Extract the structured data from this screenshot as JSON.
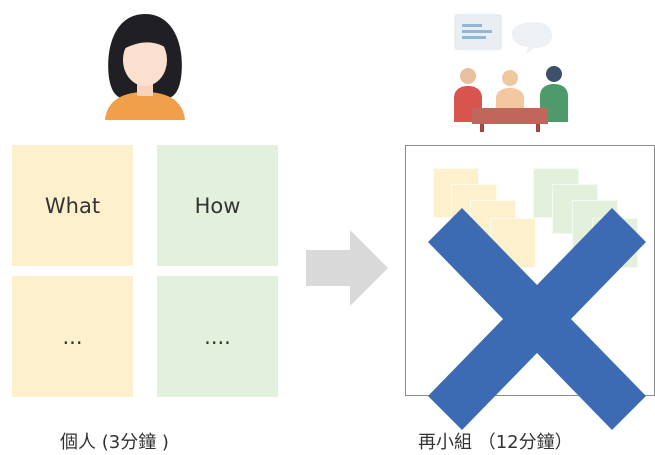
{
  "individual": {
    "notes": [
      {
        "label": "What",
        "color": "#fdf1cd"
      },
      {
        "label": "How",
        "color": "#e3f1dc"
      },
      {
        "label": "...",
        "color": "#fdf1cd"
      },
      {
        "label": "....",
        "color": "#e3f1dc"
      }
    ],
    "caption": "個人 (3分鐘 )"
  },
  "group": {
    "caption": "再小組 （12分鐘）"
  },
  "colors": {
    "cross": "#3d6bb3",
    "arrow": "#d9d9d9",
    "panel_border": "#8c8c8c"
  },
  "icons": [
    "person-icon",
    "group-meeting-icon",
    "arrow-right-icon",
    "cross-icon"
  ]
}
